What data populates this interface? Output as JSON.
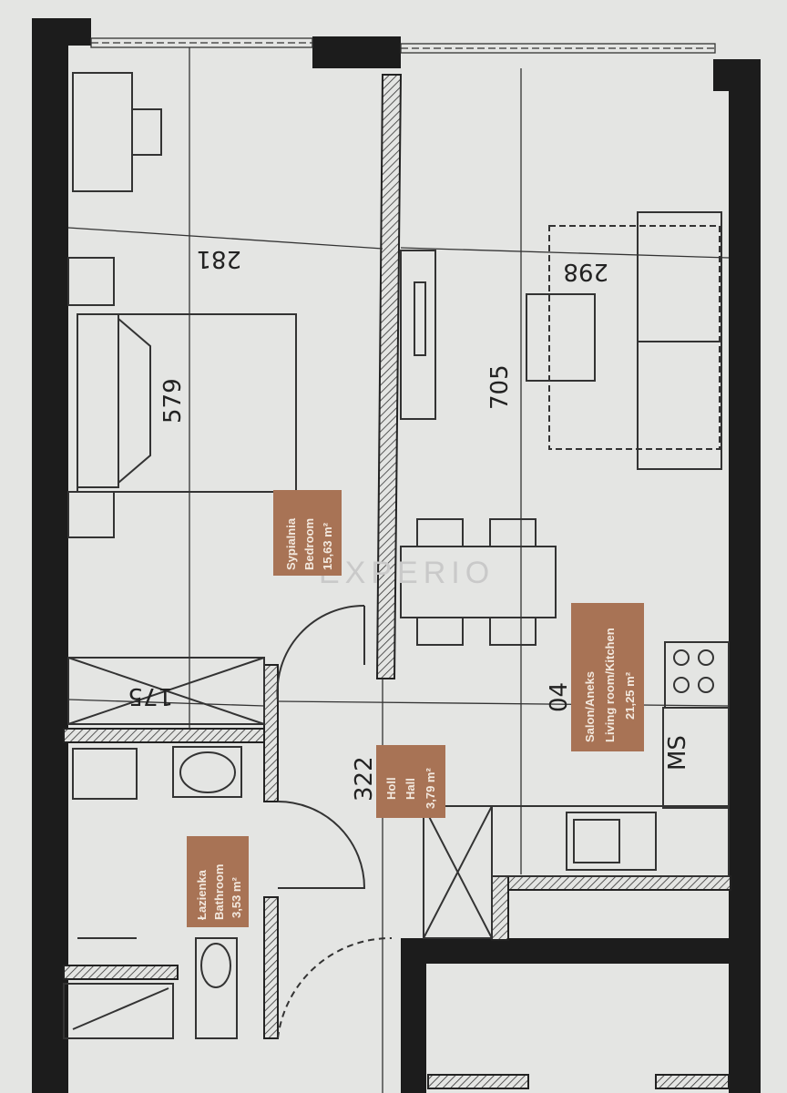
{
  "rooms": {
    "bedroom": {
      "name_pl": "Sypialnia",
      "name_en": "Bedroom",
      "area": "15,63 m²"
    },
    "living": {
      "name_pl": "Salon/Aneks",
      "name_en": "Living room/Kitchen",
      "area": "21,25 m²"
    },
    "hall": {
      "name_pl": "Holl",
      "name_en": "Hall",
      "area": "3,79 m²"
    },
    "bathroom": {
      "name_pl": "Łazienka",
      "name_en": "Bathroom",
      "area": "3,53 m²"
    }
  },
  "dimensions": {
    "bedroom_width": "281",
    "bedroom_length": "579",
    "living_width": "298",
    "living_length": "705",
    "bathroom_width": "175",
    "hall_length": "322",
    "partial": "04"
  },
  "appliance_mark": "MS",
  "watermark": "EXPERIO",
  "colors": {
    "label_bg": "#a87355",
    "wall": "#1c1c1c",
    "paper": "#e4e5e3"
  }
}
